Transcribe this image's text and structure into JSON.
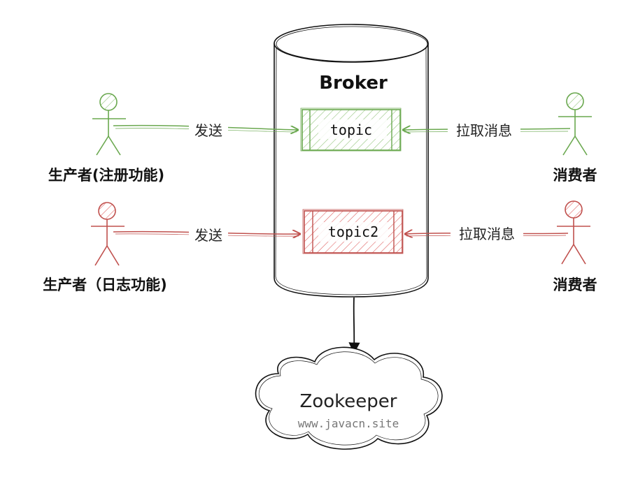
{
  "broker": {
    "title": "Broker"
  },
  "topics": [
    {
      "name": "topic",
      "color": "#6aa84f",
      "fill": "#d9ead3"
    },
    {
      "name": "topic2",
      "color": "#c0504d",
      "fill": "#f4cccc"
    }
  ],
  "producers": [
    {
      "label": "生产者(注册功能)",
      "action": "发送",
      "color": "#6aa84f"
    },
    {
      "label": "生产者（日志功能)",
      "action": "发送",
      "color": "#c0504d"
    }
  ],
  "consumers": [
    {
      "label": "消费者",
      "action": "拉取消息",
      "color": "#6aa84f"
    },
    {
      "label": "消费者",
      "action": "拉取消息",
      "color": "#c0504d"
    }
  ],
  "zookeeper": {
    "label": "Zookeeper",
    "watermark": "www.javacn.site"
  }
}
